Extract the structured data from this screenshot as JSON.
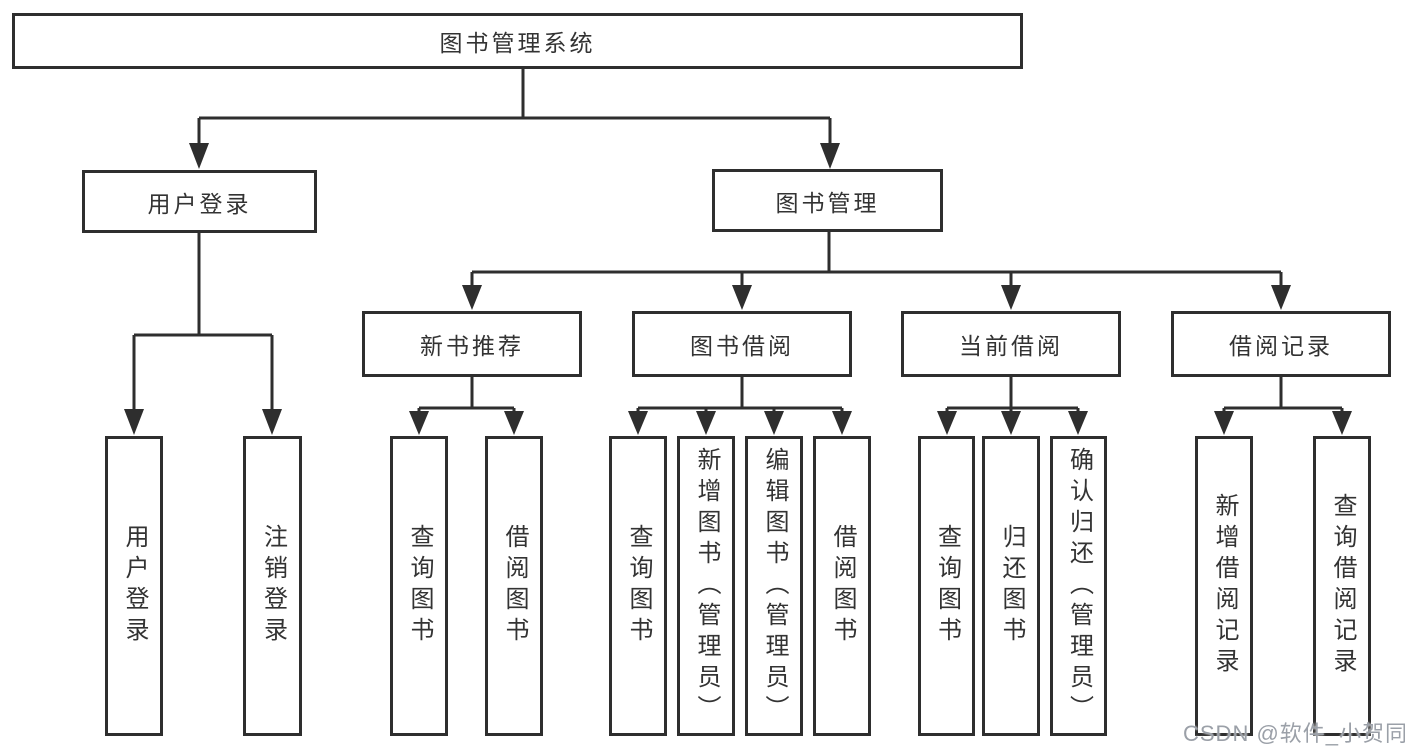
{
  "diagram": {
    "type": "tree",
    "colors": {
      "line": "#2e2e2e",
      "box_border": "#2e2e2e",
      "text": "#333333",
      "background": "#ffffff",
      "watermark": "#9ba0a8"
    },
    "watermark": "CSDN @软件_小贺同学",
    "nodes": {
      "root": {
        "label": "图书管理系统"
      },
      "user_login": {
        "label": "用户登录"
      },
      "book_mgmt": {
        "label": "图书管理"
      },
      "new_books": {
        "label": "新书推荐"
      },
      "book_borrow": {
        "label": "图书借阅"
      },
      "current_borrow": {
        "label": "当前借阅"
      },
      "borrow_records": {
        "label": "借阅记录"
      },
      "ul_login": {
        "label": "用户登录"
      },
      "ul_logout": {
        "label": "注销登录"
      },
      "nb_query": {
        "label": "查询图书"
      },
      "nb_borrow": {
        "label": "借阅图书"
      },
      "bb_query": {
        "label": "查询图书"
      },
      "bb_add": {
        "label": "新增图书（管理员）"
      },
      "bb_edit": {
        "label": "编辑图书（管理员）"
      },
      "bb_borrow": {
        "label": "借阅图书"
      },
      "cb_query": {
        "label": "查询图书"
      },
      "cb_return": {
        "label": "归还图书"
      },
      "cb_confirm": {
        "label": "确认归还（管理员）"
      },
      "br_add": {
        "label": "新增借阅记录"
      },
      "br_query": {
        "label": "查询借阅记录"
      }
    },
    "edges": [
      "root->user_login",
      "root->book_mgmt",
      "user_login->ul_login",
      "user_login->ul_logout",
      "book_mgmt->new_books",
      "book_mgmt->book_borrow",
      "book_mgmt->current_borrow",
      "book_mgmt->borrow_records",
      "new_books->nb_query",
      "new_books->nb_borrow",
      "book_borrow->bb_query",
      "book_borrow->bb_add",
      "book_borrow->bb_edit",
      "book_borrow->bb_borrow",
      "current_borrow->cb_query",
      "current_borrow->cb_return",
      "current_borrow->cb_confirm",
      "borrow_records->br_add",
      "borrow_records->br_query"
    ]
  }
}
